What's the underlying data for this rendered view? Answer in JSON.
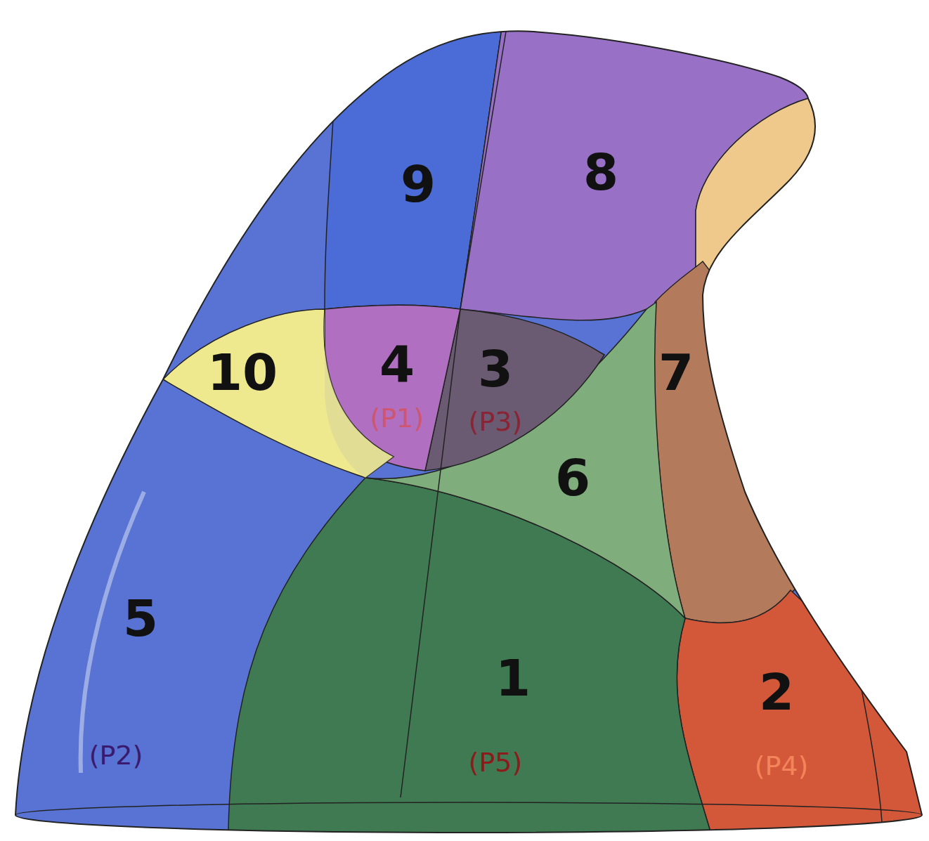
{
  "diagram": {
    "labels": [
      "9",
      "8",
      "10",
      "4",
      "(P1)",
      "3",
      "(P3)",
      "7",
      "6",
      "5",
      "(P2)",
      "1",
      "(P5)",
      "2",
      "(P4)"
    ]
  }
}
